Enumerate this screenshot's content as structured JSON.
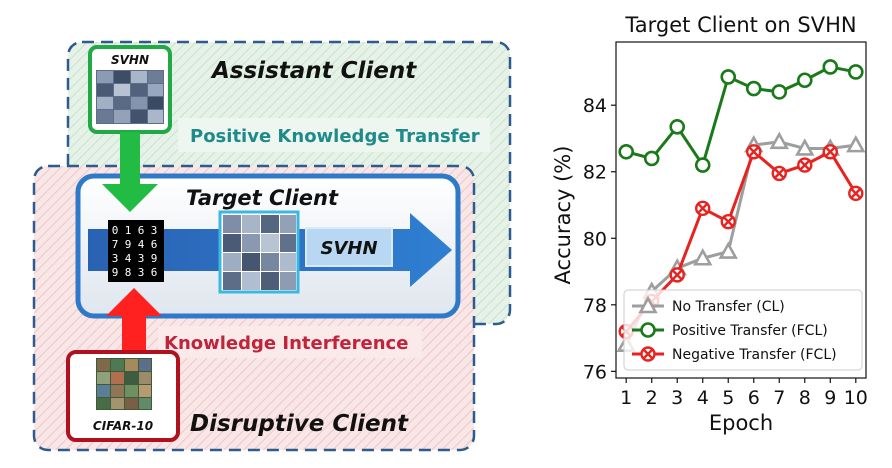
{
  "diagram": {
    "assistant_dataset": "SVHN",
    "assistant_label": "Assistant Client",
    "positive_label": "Positive Knowledge Transfer",
    "target_label": "Target Client",
    "target_dataset": "SVHN",
    "interference_label": "Knowledge Interference",
    "disruptive_dataset": "CIFAR-10",
    "disruptive_label": "Disruptive Client",
    "mnist_digits": [
      "0",
      "1",
      "6",
      "3",
      "7",
      "9",
      "4",
      "6",
      "3",
      "4",
      "3",
      "9",
      "9",
      "8",
      "3",
      "6"
    ],
    "colors": {
      "assistant_border": "#2e5b8f",
      "assistant_fill": "#e3f1e6",
      "disruptive_border": "#2e5b8f",
      "disruptive_fill": "#f7e1e1",
      "target_border": "#2f7ac8",
      "flow_arrow": "#2c6fc0",
      "green_arrow": "#22bb44",
      "red_arrow": "#ff2020",
      "positive_text": "#1f8a8a",
      "interference_text": "#c0233a"
    }
  },
  "chart_data": {
    "type": "line",
    "title": "Target Client on SVHN",
    "xlabel": "Epoch",
    "ylabel": "Accuracy (%)",
    "x": [
      1,
      2,
      3,
      4,
      5,
      6,
      7,
      8,
      9,
      10
    ],
    "xlim": [
      0.6,
      10.4
    ],
    "ylim": [
      75.8,
      85.9
    ],
    "yticks": [
      76,
      78,
      80,
      82,
      84
    ],
    "grid": false,
    "legend_position": "lower-right",
    "series": [
      {
        "name": "No Transfer (CL)",
        "color": "#9e9e9e",
        "marker": "triangle",
        "values": [
          76.8,
          78.4,
          79.1,
          79.4,
          79.6,
          82.8,
          82.9,
          82.7,
          82.7,
          82.8
        ]
      },
      {
        "name": "Positive Transfer (FCL)",
        "color": "#1a7a1a",
        "marker": "circle",
        "values": [
          82.6,
          82.4,
          83.35,
          82.2,
          84.85,
          84.5,
          84.4,
          84.75,
          85.15,
          85.0
        ]
      },
      {
        "name": "Negative Transfer (FCL)",
        "color": "#e8231f",
        "marker": "x",
        "values": [
          77.2,
          78.1,
          78.9,
          80.9,
          80.5,
          82.6,
          81.95,
          82.2,
          82.6,
          81.35
        ]
      }
    ]
  }
}
